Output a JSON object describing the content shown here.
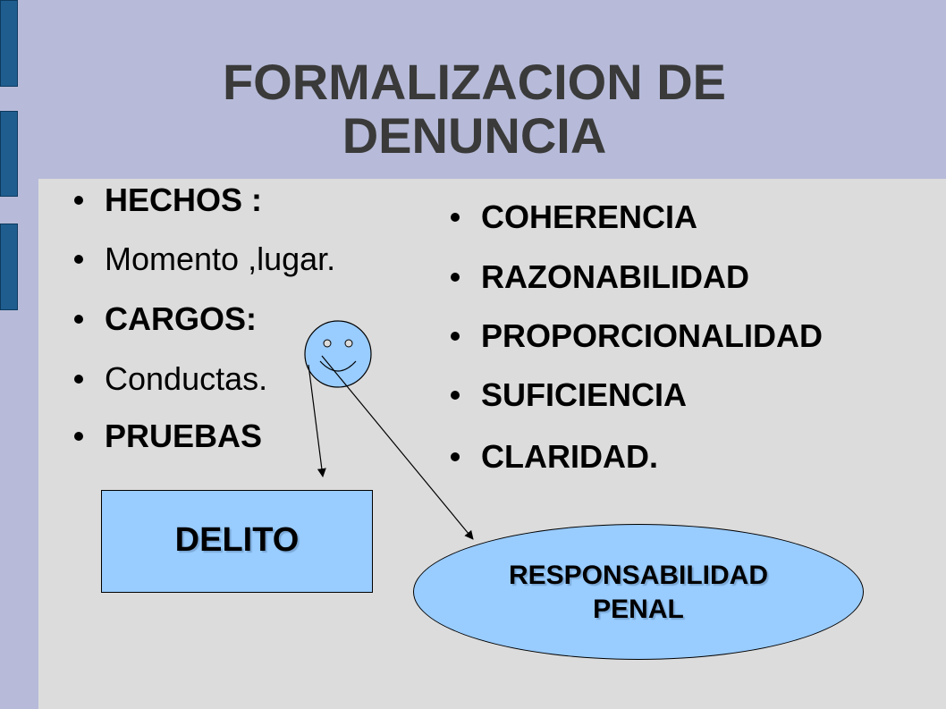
{
  "slide": {
    "title_line1": "FORMALIZACION DE",
    "title_line2": "DENUNCIA",
    "left_items": [
      {
        "text": "HECHOS :",
        "bold": true
      },
      {
        "text": "Momento ,lugar.",
        "bold": false
      },
      {
        "text": "CARGOS:",
        "bold": true
      },
      {
        "text": "Conductas.",
        "bold": false
      },
      {
        "text": "PRUEBAS",
        "bold": true
      }
    ],
    "right_items": [
      "COHERENCIA",
      "RAZONABILIDAD",
      "PROPORCIONALIDAD",
      "SUFICIENCIA",
      "CLARIDAD."
    ],
    "box_label": "DELITO",
    "ellipse_line1": "RESPONSABILIDAD",
    "ellipse_line2": "PENAL"
  },
  "colors": {
    "header_band": "#b7bbd9",
    "background": "#dcdcdc",
    "side_tabs": "#1f5d8f",
    "shape_fill": "#99ccff",
    "title_text": "#3a3a3a"
  }
}
